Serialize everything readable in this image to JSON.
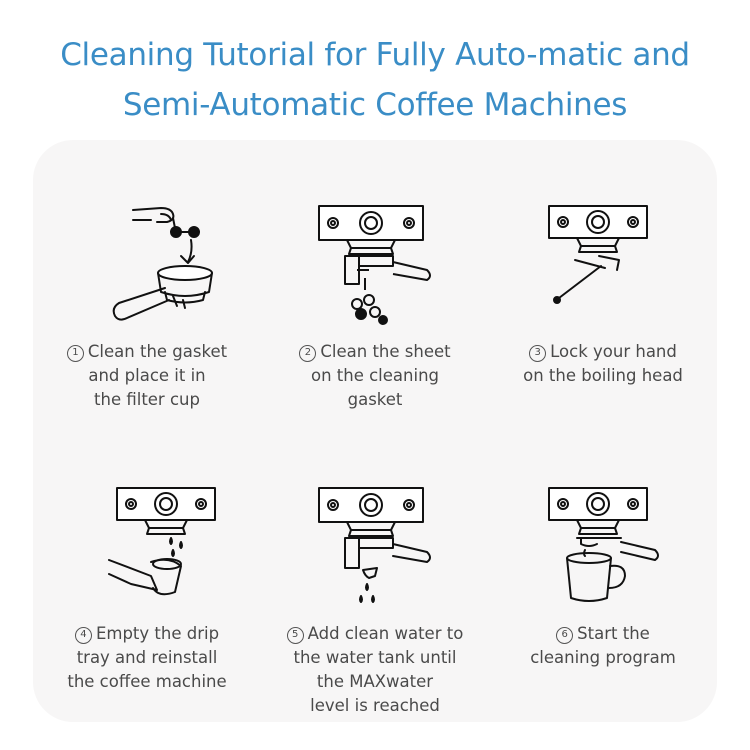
{
  "title": {
    "line1": "Cleaning Tutorial for Fully Auto-matic and",
    "line2": "Semi-Automatic Coffee Machines"
  },
  "steps": [
    {
      "number": "1",
      "icon": "hand-place-gasket-icon",
      "lines": [
        "Clean the gasket",
        "and place it in",
        "the filter cup"
      ]
    },
    {
      "number": "2",
      "icon": "machine-cleaning-sheet-icon",
      "lines": [
        "Clean the sheet",
        "on the cleaning",
        "gasket"
      ]
    },
    {
      "number": "3",
      "icon": "machine-lock-handle-icon",
      "lines": [
        "Lock your hand",
        "on the boiling head"
      ]
    },
    {
      "number": "4",
      "icon": "empty-drip-tray-icon",
      "lines": [
        "Empty the drip",
        "tray and reinstall",
        "the coffee machine"
      ]
    },
    {
      "number": "5",
      "icon": "machine-add-water-icon",
      "lines": [
        "Add clean water to",
        "the water tank until",
        "the MAXwater",
        "level is reached"
      ]
    },
    {
      "number": "6",
      "icon": "machine-cup-start-icon",
      "lines": [
        "Start the",
        "cleaning program"
      ]
    }
  ]
}
